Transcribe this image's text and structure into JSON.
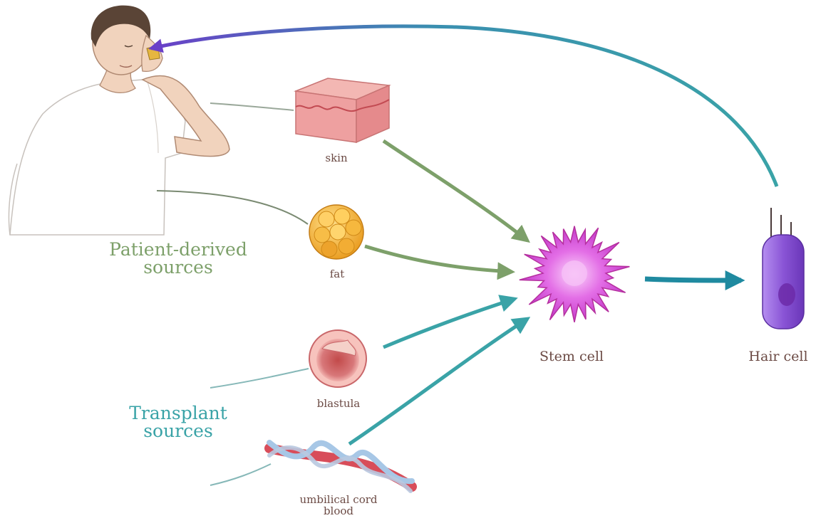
{
  "groups": {
    "patient": "Patient-derived sources",
    "patient_line1": "Patient-derived",
    "patient_line2": "sources",
    "transplant_line1": "Transplant",
    "transplant_line2": "sources"
  },
  "sources": {
    "skin": "skin",
    "fat": "fat",
    "blastula": "blastula",
    "cord_line1": "umbilical cord",
    "cord_line2": "blood"
  },
  "targets": {
    "stem_cell": "Stem cell",
    "hair_cell": "Hair cell"
  },
  "colors": {
    "patient_green": "#7da06a",
    "transplant_teal": "#3aa3a7",
    "return_purple": "#6a3fc8",
    "stem_magenta": "#d24fd8",
    "hair_violet": "#8a55d6"
  }
}
